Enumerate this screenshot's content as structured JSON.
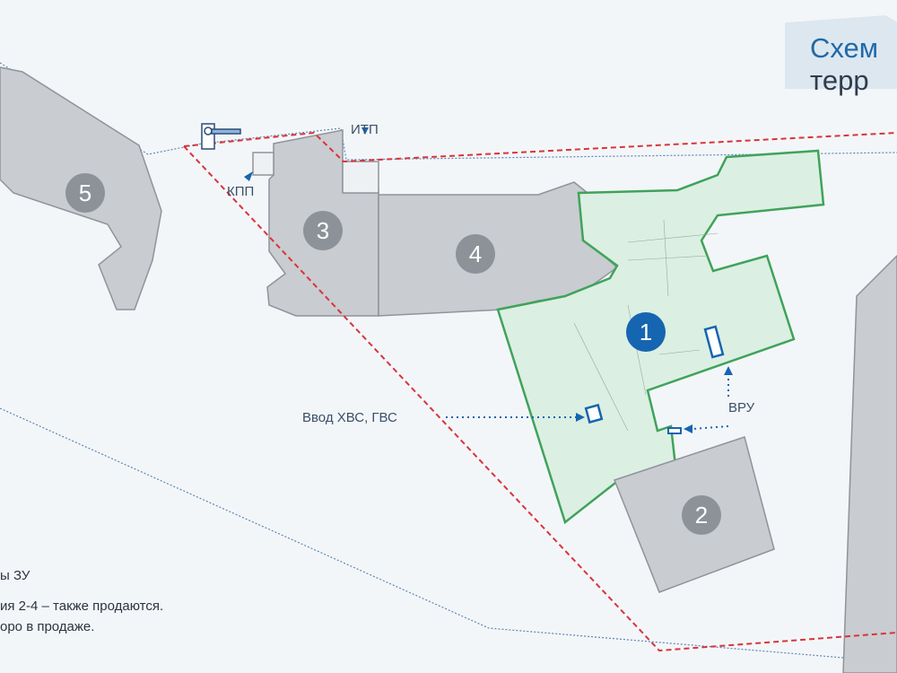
{
  "title": {
    "line1": "Схем",
    "line2": "терр"
  },
  "legend": {
    "line1": "ы ЗУ",
    "line2": "ия 2-4 – также продаются.",
    "line3": "оро в продаже."
  },
  "buildings": [
    {
      "label": "1",
      "highlighted": true
    },
    {
      "label": "2"
    },
    {
      "label": "3"
    },
    {
      "label": "4"
    },
    {
      "label": "5"
    }
  ],
  "annotations": {
    "kpp": "КПП",
    "itp": "ИТП",
    "water": "Ввод ХВС, ГВС",
    "vru": "ВРУ"
  },
  "colors": {
    "accent": "#1665b0",
    "plot_fill": "#dcefe3",
    "plot_stroke": "#3fa35a",
    "boundary": "#d9343a",
    "building": "#c9ccd0"
  }
}
